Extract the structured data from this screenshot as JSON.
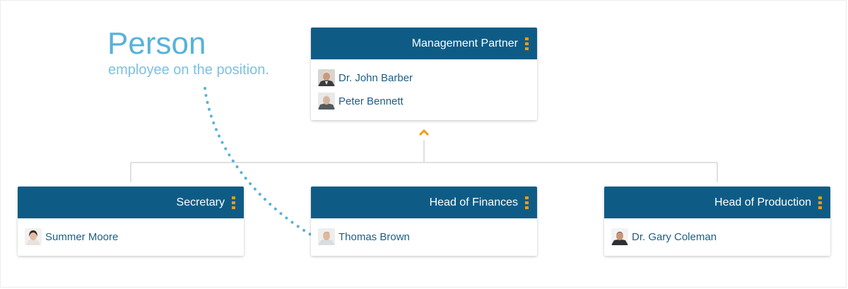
{
  "annotation": {
    "title": "Person",
    "subtitle": "employee on the position."
  },
  "colors": {
    "header": "#0e5c86",
    "accent": "#f39c12",
    "name": "#1b5e86",
    "annotation": "#57b2da",
    "connector": "#e0e0e0"
  },
  "positions": {
    "management_partner": {
      "title": "Management Partner",
      "people": [
        "Dr. John Barber",
        "Peter Bennett"
      ]
    },
    "secretary": {
      "title": "Secretary",
      "people": [
        "Summer Moore"
      ]
    },
    "head_of_finances": {
      "title": "Head of Finances",
      "people": [
        "Thomas Brown"
      ]
    },
    "head_of_production": {
      "title": "Head of Production",
      "people": [
        "Dr. Gary Coleman"
      ]
    }
  },
  "icons": {
    "menu": "vertical-dots-icon",
    "expand": "chevron-up-icon"
  }
}
